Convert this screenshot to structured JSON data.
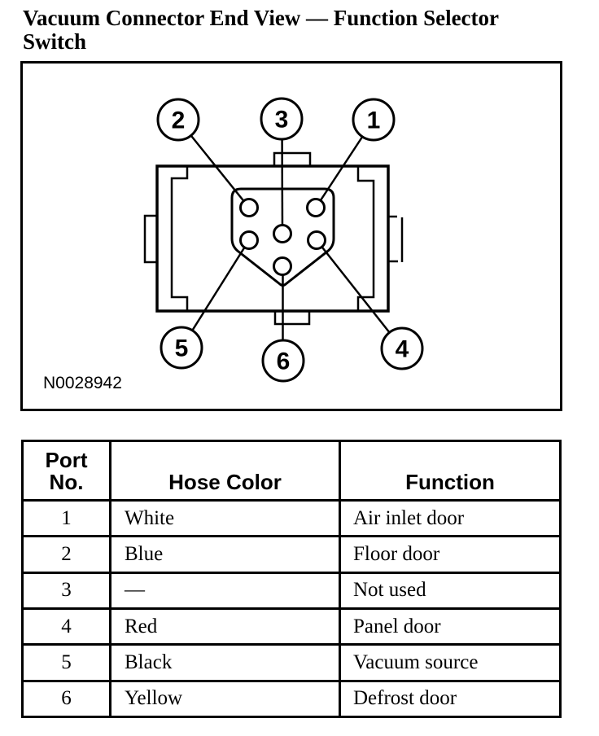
{
  "header": {
    "title_line1": "Vacuum Connector End View — Function Selector",
    "title_line2": "Switch"
  },
  "figure": {
    "code": "N0028942",
    "callouts": [
      "1",
      "2",
      "3",
      "4",
      "5",
      "6"
    ]
  },
  "table": {
    "columns": {
      "port_line1": "Port",
      "port_line2": "No.",
      "hose_color": "Hose Color",
      "function": "Function"
    },
    "rows": [
      {
        "port": "1",
        "hose_color": "White",
        "function": "Air inlet door"
      },
      {
        "port": "2",
        "hose_color": "Blue",
        "function": "Floor door"
      },
      {
        "port": "3",
        "hose_color": "—",
        "function": "Not used"
      },
      {
        "port": "4",
        "hose_color": "Red",
        "function": "Panel door"
      },
      {
        "port": "5",
        "hose_color": "Black",
        "function": "Vacuum source"
      },
      {
        "port": "6",
        "hose_color": "Yellow",
        "function": "Defrost door"
      }
    ]
  }
}
